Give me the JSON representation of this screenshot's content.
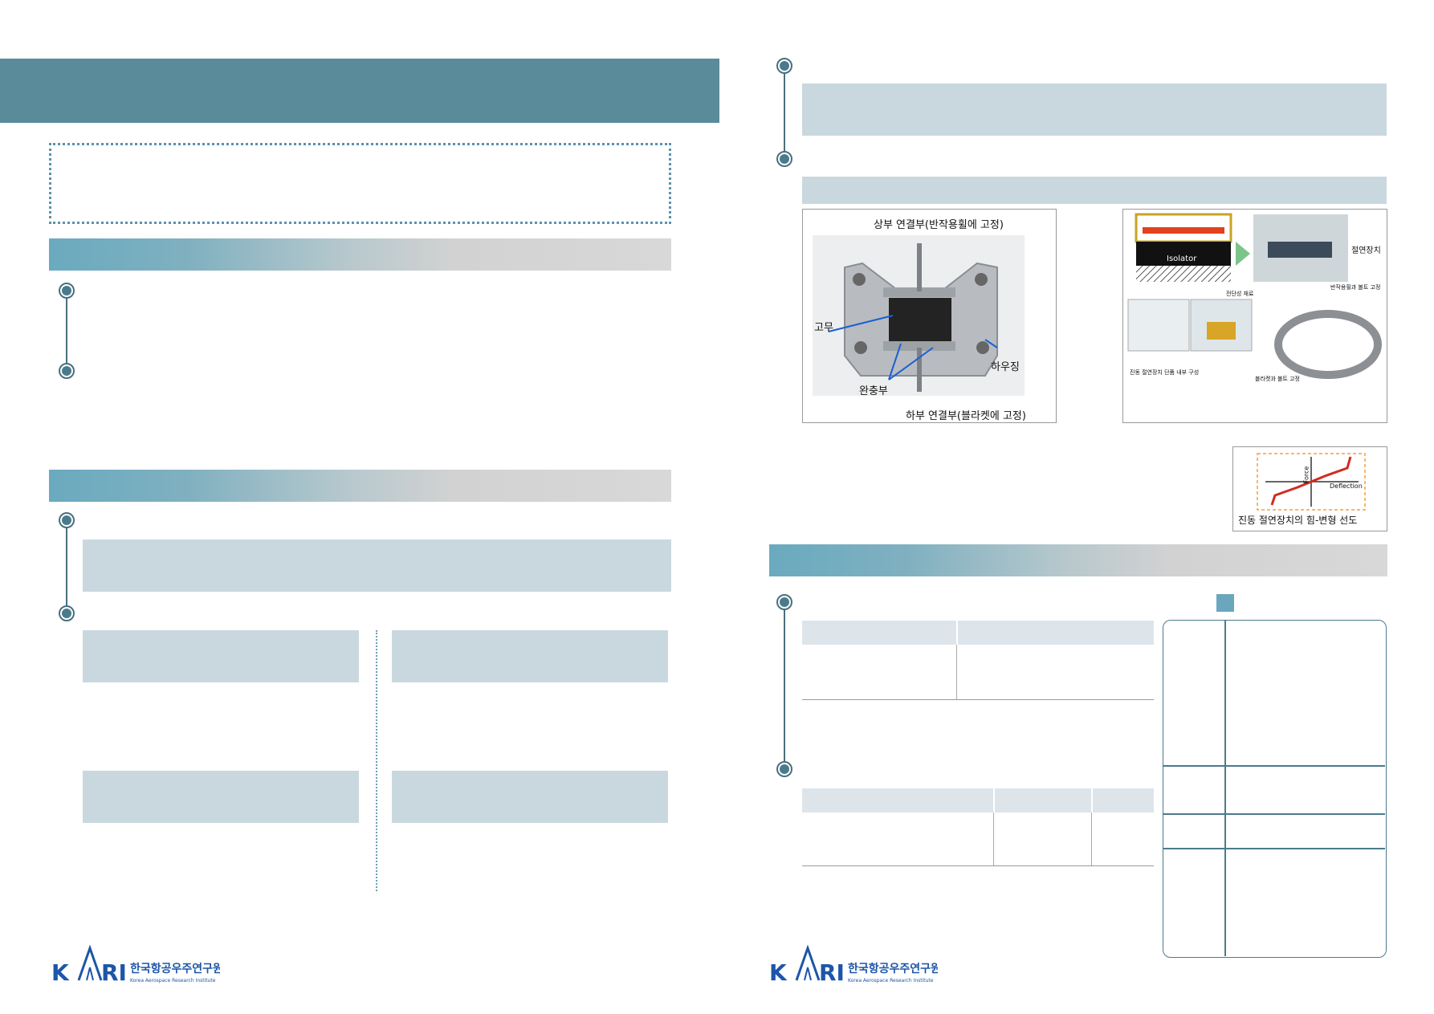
{
  "photo_labels": {
    "top": "상부 연결부(반작용휠에 고정)",
    "rubber": "고무",
    "housing": "하우징",
    "buffer": "완충부",
    "bottom": "하부 연결부(블라켓에 고정)"
  },
  "diagram_labels": {
    "isolator": "Isolator",
    "device": "절연장치",
    "bolt_fix": "반작용휠과 볼트 고정",
    "shear": "전단성 재료",
    "unit_config": "진동 절연장치 단품 내부 구성",
    "bracket_fix": "블라켓과 볼트 고정"
  },
  "curve": {
    "caption": "진동 절연장치의 힘-변형 선도",
    "x_axis": "Deflection",
    "y_axis": "Force"
  },
  "logo": {
    "mark": "KARI",
    "korean": "한국항공우주연구원",
    "english": "Korea Aerospace Research Institute"
  }
}
